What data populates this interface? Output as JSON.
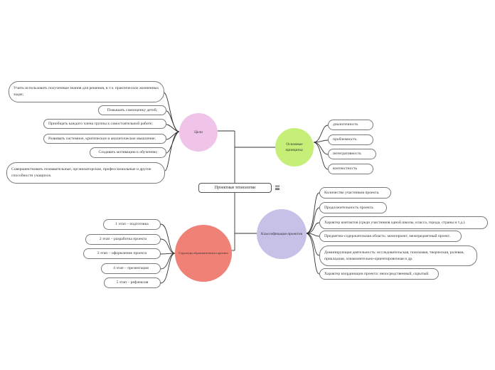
{
  "center": {
    "label": "Проектные технологии"
  },
  "goals": {
    "label": "Цели",
    "color": "#f0c4e8",
    "items": [
      "Учить использовать полученные знания для решения, в т.ч. практических жизненных задач;",
      "Повышать самооценку детей;",
      "Приобщать каждого члена группы к самостоятельной работе;",
      "Развивать системное, критическое и аналитическое мышление;",
      "Создавать мотивацию к обучению;",
      "Совершенствовать познавательные, организаторские, профессиональные и другие способности учащихся."
    ]
  },
  "principles": {
    "label": "Основные принципы:",
    "color": "#c6ef78",
    "items": [
      "диалогичность",
      "проблемность",
      "интегративность",
      "контекстность"
    ]
  },
  "stages": {
    "label": "Структура образовательного проекта",
    "color": "#ef8177",
    "items": [
      "1 этап – подготовка",
      "2 этап – разработка проекта",
      "3 этап – оформление проекта",
      "4 этап – презентация",
      "5 этап – рефлексия"
    ]
  },
  "classification": {
    "label": "Классификация проектов",
    "color": "#c7c1e8",
    "items": [
      "Количество участников проекта.",
      "Продолжительность проекта.",
      "Характер контактов (среди участников одной школы, класса, города, страны и т.д.).",
      "Предметно-содержательная область: монопроект, межпредметный проект.",
      "Доминирующая деятельность: исследовательская, поисковая, творческая, ролевая, прикладная, ознакомительно-ориентировочная и др.",
      "Характер координации проекта: непосредственный, скрытый."
    ]
  },
  "colors": {
    "line": "#333333",
    "node_border": "#7a7a7a"
  }
}
